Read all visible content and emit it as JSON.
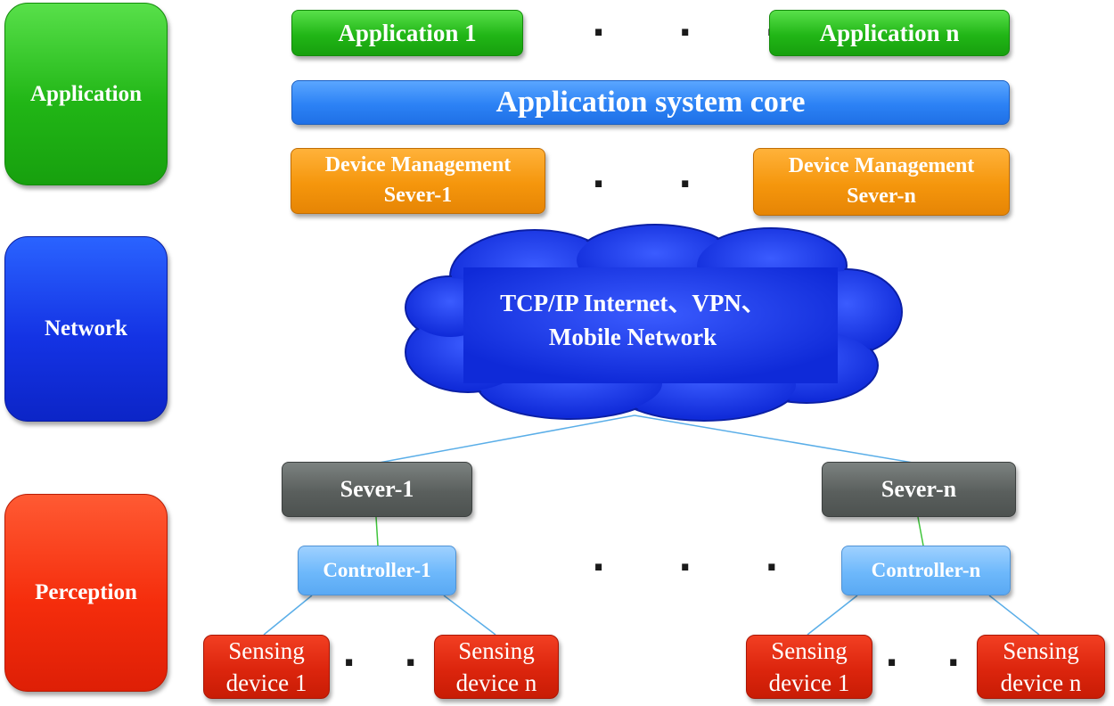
{
  "layers": {
    "application": "Application",
    "network": "Network",
    "perception": "Perception"
  },
  "application_row": {
    "app_first": "Application 1",
    "app_last": "Application n",
    "dots": "· · · ·"
  },
  "core": {
    "label": "Application system core"
  },
  "device_management": {
    "first": {
      "line1": "Device Management",
      "line2": "Sever-1"
    },
    "last": {
      "line1": "Device Management",
      "line2": "Sever-n"
    },
    "dots": "· · · ·"
  },
  "network": {
    "line1": "TCP/IP Internet、VPN、",
    "line2": "Mobile Network"
  },
  "servers": {
    "first": "Sever-1",
    "last": "Sever-n"
  },
  "controllers": {
    "first": "Controller-1",
    "last": "Controller-n",
    "dots": "· · · ·"
  },
  "sensing": {
    "left_first": {
      "line1": "Sensing",
      "line2": "device 1"
    },
    "left_last": {
      "line1": "Sensing",
      "line2": "device n"
    },
    "right_first": {
      "line1": "Sensing",
      "line2": "device 1"
    },
    "right_last": {
      "line1": "Sensing",
      "line2": "device n"
    },
    "dots": "· · ·"
  },
  "colors": {
    "application_green": "#21b616",
    "network_blue": "#1433e4",
    "perception_red": "#f52d0c",
    "core_blue": "#2c82f5",
    "management_orange": "#f5960c",
    "server_gray": "#5a5f5d",
    "controller_lightblue": "#6db8fb",
    "cloud_blue": "#1a3cf0",
    "link_blue": "#5aaee8",
    "link_green": "#3fc43a"
  }
}
